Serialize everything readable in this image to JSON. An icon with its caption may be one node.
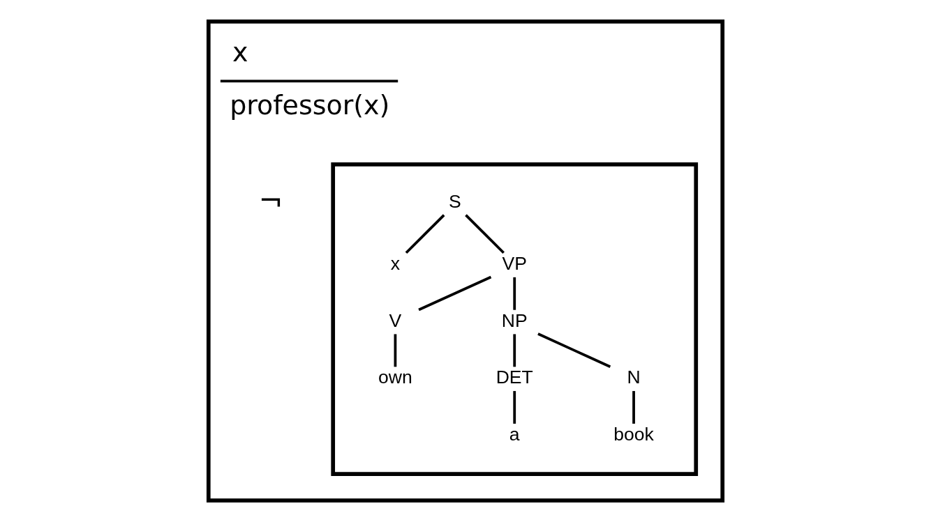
{
  "diagram": {
    "nodes": [
      {
        "text": [
          "x",
          "professor(x)"
        ]
      },
      {
        "text": [],
        "shape": "box",
        "in": 0
      },
      {
        "text": [
          "S"
        ],
        "in": 1
      },
      {
        "text": [
          "x"
        ],
        "in": 1
      },
      {
        "text": [
          "VP"
        ],
        "in": 1
      },
      {
        "text": [
          "V"
        ],
        "in": 1
      },
      {
        "text": [
          "NP"
        ],
        "in": 1
      },
      {
        "text": [
          "own"
        ],
        "in": 1
      },
      {
        "text": [
          "DET"
        ],
        "in": 1
      },
      {
        "text": [
          "N"
        ],
        "in": 1
      },
      {
        "text": [
          "a"
        ],
        "in": 1
      },
      {
        "text": [
          "book"
        ],
        "in": 1
      }
    ],
    "edges": [
      {
        "from": 2,
        "to": 3,
        "arrow": "none"
      },
      {
        "from": 2,
        "to": 4,
        "arrow": "none"
      },
      {
        "from": 4,
        "to": 5,
        "arrow": "none"
      },
      {
        "from": 4,
        "to": 6,
        "arrow": "none"
      },
      {
        "from": 5,
        "to": 7,
        "arrow": "none"
      },
      {
        "from": 6,
        "to": 8,
        "arrow": "none"
      },
      {
        "from": 6,
        "to": 9,
        "arrow": "none"
      },
      {
        "from": 8,
        "to": 10,
        "arrow": "none"
      },
      {
        "from": 9,
        "to": 11,
        "arrow": "none"
      }
    ],
    "labels": [
      "¬"
    ]
  }
}
